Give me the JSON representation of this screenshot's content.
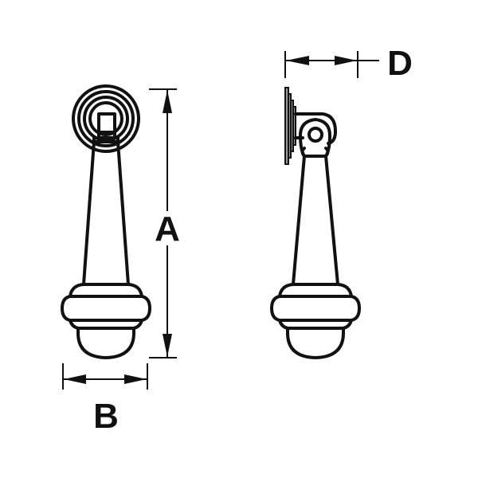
{
  "diagram": {
    "title": "Pendant pull dimension drawing",
    "views": [
      {
        "name": "front-view",
        "description": "front elevation with concentric round rosette backplate"
      },
      {
        "name": "side-view",
        "description": "side elevation showing stepped backplate and pivot hinge"
      }
    ],
    "dimensions": {
      "A": {
        "label": "A",
        "meaning": "overall height"
      },
      "B": {
        "label": "B",
        "meaning": "overall width of bulb"
      },
      "D": {
        "label": "D",
        "meaning": "projection from mounting surface"
      }
    },
    "colors": {
      "line": "#111111",
      "plate_fill": "#9a9a9a",
      "background": "#ffffff"
    }
  }
}
